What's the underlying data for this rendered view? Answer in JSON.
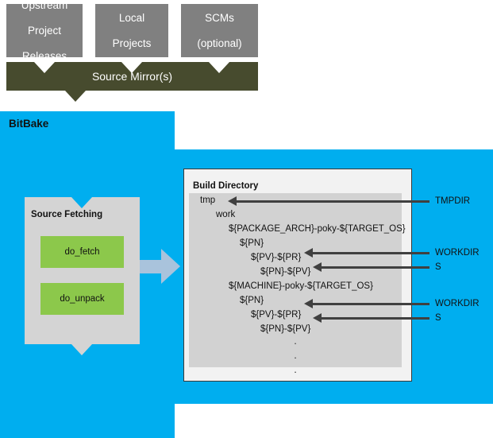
{
  "sources": [
    {
      "id": "upstream-project-releases",
      "lines": [
        "Upstream",
        "Project",
        "Releases"
      ]
    },
    {
      "id": "local-projects",
      "lines": [
        "Local",
        "Projects"
      ]
    },
    {
      "id": "scms-optional",
      "lines": [
        "SCMs",
        "(optional)"
      ]
    }
  ],
  "source_mirror": {
    "label": "Source Mirror(s)"
  },
  "bitbake": {
    "label": "BitBake"
  },
  "source_fetching": {
    "title": "Source Fetching",
    "tasks": [
      {
        "id": "do-fetch",
        "label": "do_fetch"
      },
      {
        "id": "do-unpack",
        "label": "do_unpack"
      }
    ]
  },
  "build_directory": {
    "title": "Build Directory",
    "tree": [
      {
        "text": "tmp",
        "indent": 0
      },
      {
        "text": "work",
        "indent": 1
      },
      {
        "text": "${PACKAGE_ARCH}-poky-${TARGET_OS}",
        "indent": 2
      },
      {
        "text": "${PN}",
        "indent": 3
      },
      {
        "text": "${PV}-${PR}",
        "indent": 4
      },
      {
        "text": "${PN}-${PV}",
        "indent": 5
      },
      {
        "text": "${MACHINE}-poky-${TARGET_OS}",
        "indent": 2
      },
      {
        "text": "${PN}",
        "indent": 3
      },
      {
        "text": "${PV}-${PR}",
        "indent": 4
      },
      {
        "text": "${PN}-${PV}",
        "indent": 5
      }
    ],
    "ellipsis": [
      "·",
      "·",
      "·"
    ]
  },
  "callouts": [
    {
      "id": "tmpdir-1",
      "label": "TMPDIR"
    },
    {
      "id": "workdir-1",
      "label": "WORKDIR"
    },
    {
      "id": "s-1",
      "label": "S"
    },
    {
      "id": "workdir-2",
      "label": "WORKDIR"
    },
    {
      "id": "s-2",
      "label": "S"
    }
  ],
  "colors": {
    "source_box": "#808080",
    "source_mirror": "#474B2E",
    "bitbake": "#00AEEF",
    "panel_grey": "#D4D4D4",
    "task_green": "#8CC84B",
    "flow_arrow": "#A9C3DC",
    "callout_arrow": "#404040",
    "build_dir_bg": "#F2F2F2",
    "build_dir_inner": "#D2D2D2"
  }
}
